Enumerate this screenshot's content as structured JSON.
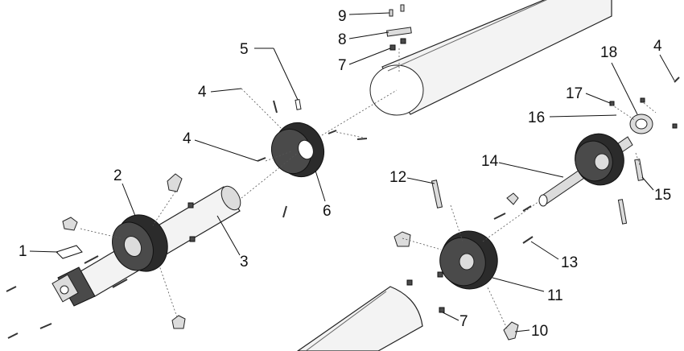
{
  "diagram": {
    "callouts": [
      {
        "id": "c1",
        "label": "1"
      },
      {
        "id": "c2",
        "label": "2"
      },
      {
        "id": "c3",
        "label": "3"
      },
      {
        "id": "c4a",
        "label": "4"
      },
      {
        "id": "c4b",
        "label": "4"
      },
      {
        "id": "c4c",
        "label": "4"
      },
      {
        "id": "c5",
        "label": "5"
      },
      {
        "id": "c6",
        "label": "6"
      },
      {
        "id": "c7a",
        "label": "7"
      },
      {
        "id": "c7b",
        "label": "7"
      },
      {
        "id": "c8",
        "label": "8"
      },
      {
        "id": "c9",
        "label": "9"
      },
      {
        "id": "c10",
        "label": "10"
      },
      {
        "id": "c11",
        "label": "11"
      },
      {
        "id": "c12",
        "label": "12"
      },
      {
        "id": "c13",
        "label": "13"
      },
      {
        "id": "c14",
        "label": "14"
      },
      {
        "id": "c15",
        "label": "15"
      },
      {
        "id": "c16",
        "label": "16"
      },
      {
        "id": "c17",
        "label": "17"
      },
      {
        "id": "c18",
        "label": "18"
      }
    ]
  }
}
